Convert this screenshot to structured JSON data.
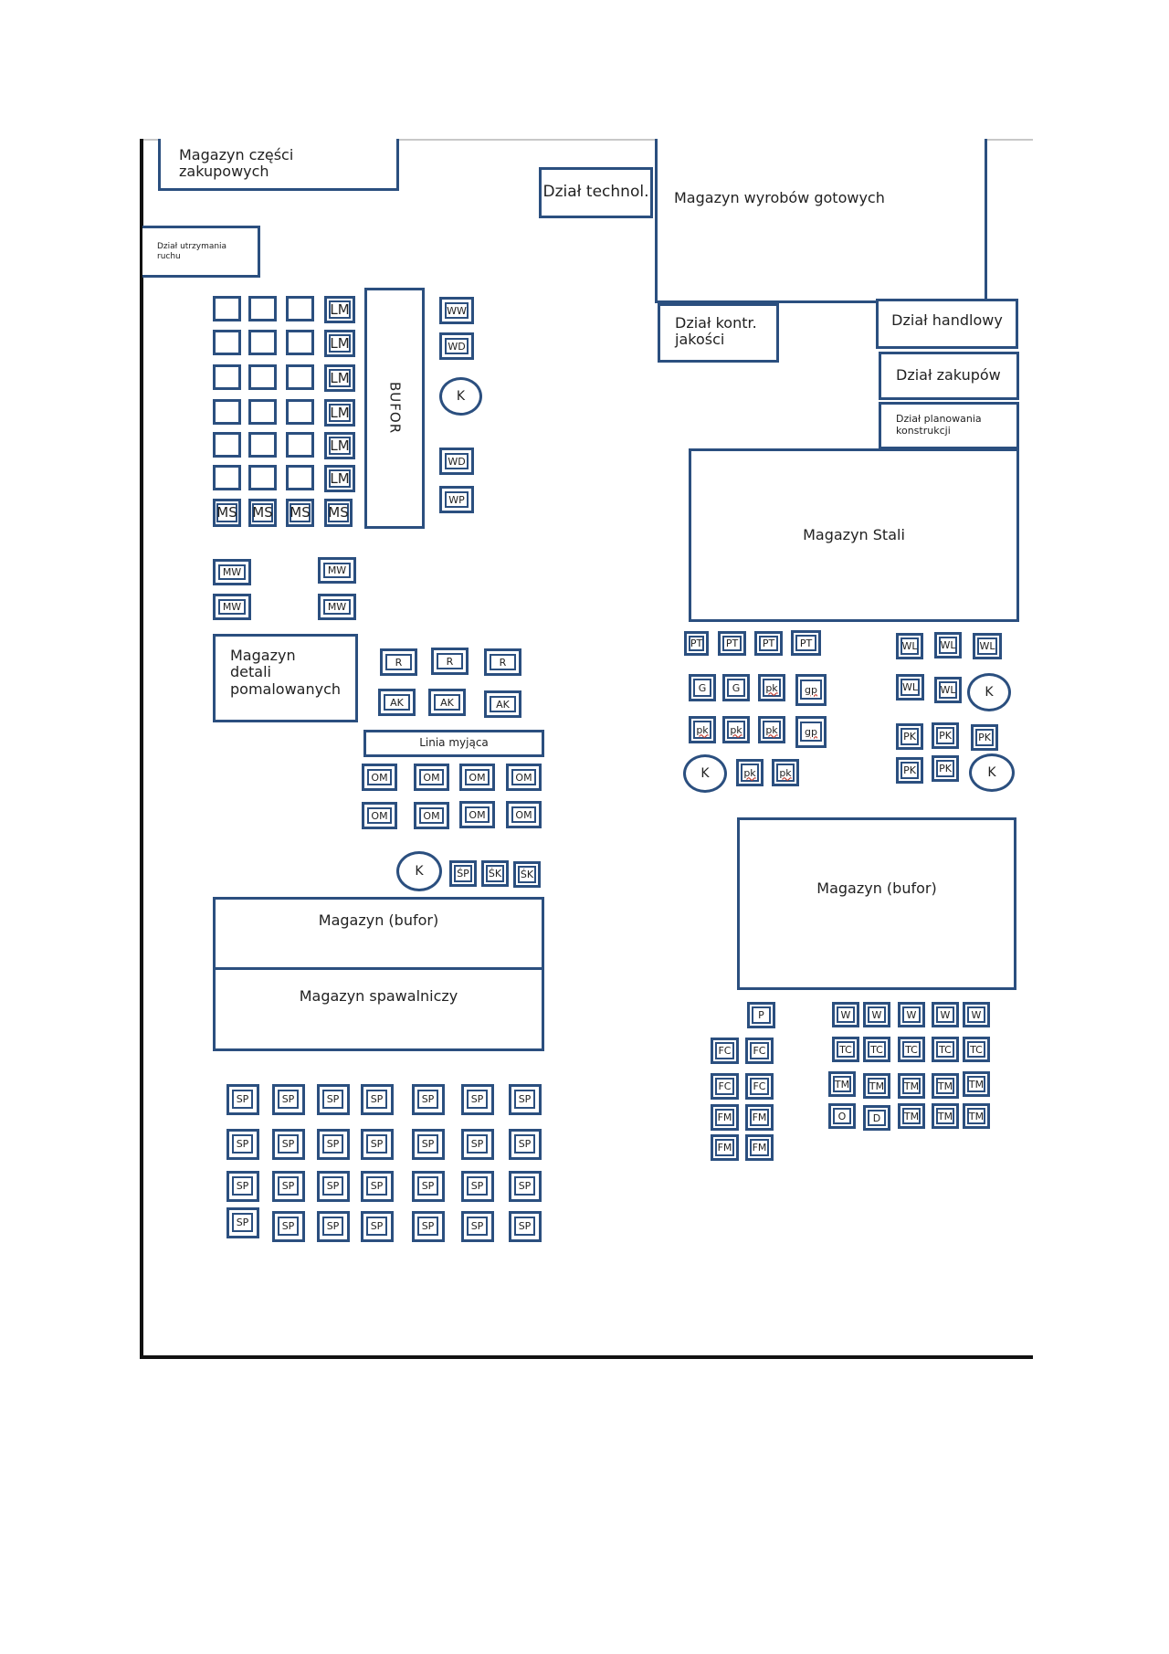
{
  "rooms": {
    "purchased_parts_warehouse": "Magazyn części zakupowych",
    "maintenance_dept": "Dział utrzymania ruchu",
    "technology_dept": "Dział technol.",
    "finished_goods_warehouse": "Magazyn wyrobów gotowych",
    "quality_control_dept": "Dział kontr. jakości",
    "sales_dept": "Dział handlowy",
    "purchasing_dept": "Dział zakupów",
    "design_planning_dept": "Dział planowania konstrukcji",
    "buffer_label": "BUFOR",
    "steel_warehouse": "Magazyn Stali",
    "painted_parts_warehouse": "Magazyn detali pomalowanych",
    "washing_line": "Linia myjąca",
    "buffer_warehouse_left": "Magazyn (bufor)",
    "welding_warehouse": "Magazyn spawalniczy",
    "buffer_warehouse_right": "Magazyn (bufor)"
  },
  "stations": {
    "LM": "LM",
    "MS": "MS",
    "MW": "MW",
    "WW": "WW",
    "WD": "WD",
    "WP": "WP",
    "K": "K",
    "R": "R",
    "AK": "AK",
    "OM": "OM",
    "SP_short": "ŚP",
    "SK": "ŚK",
    "SP": "SP",
    "PT": "PT",
    "G": "G",
    "pk": "pk",
    "gp": "gp",
    "WL": "WL",
    "PK": "PK",
    "P": "P",
    "W": "W",
    "FC": "FC",
    "TC": "TC",
    "FM": "FM",
    "TM": "TM",
    "O": "O",
    "D": "D"
  }
}
